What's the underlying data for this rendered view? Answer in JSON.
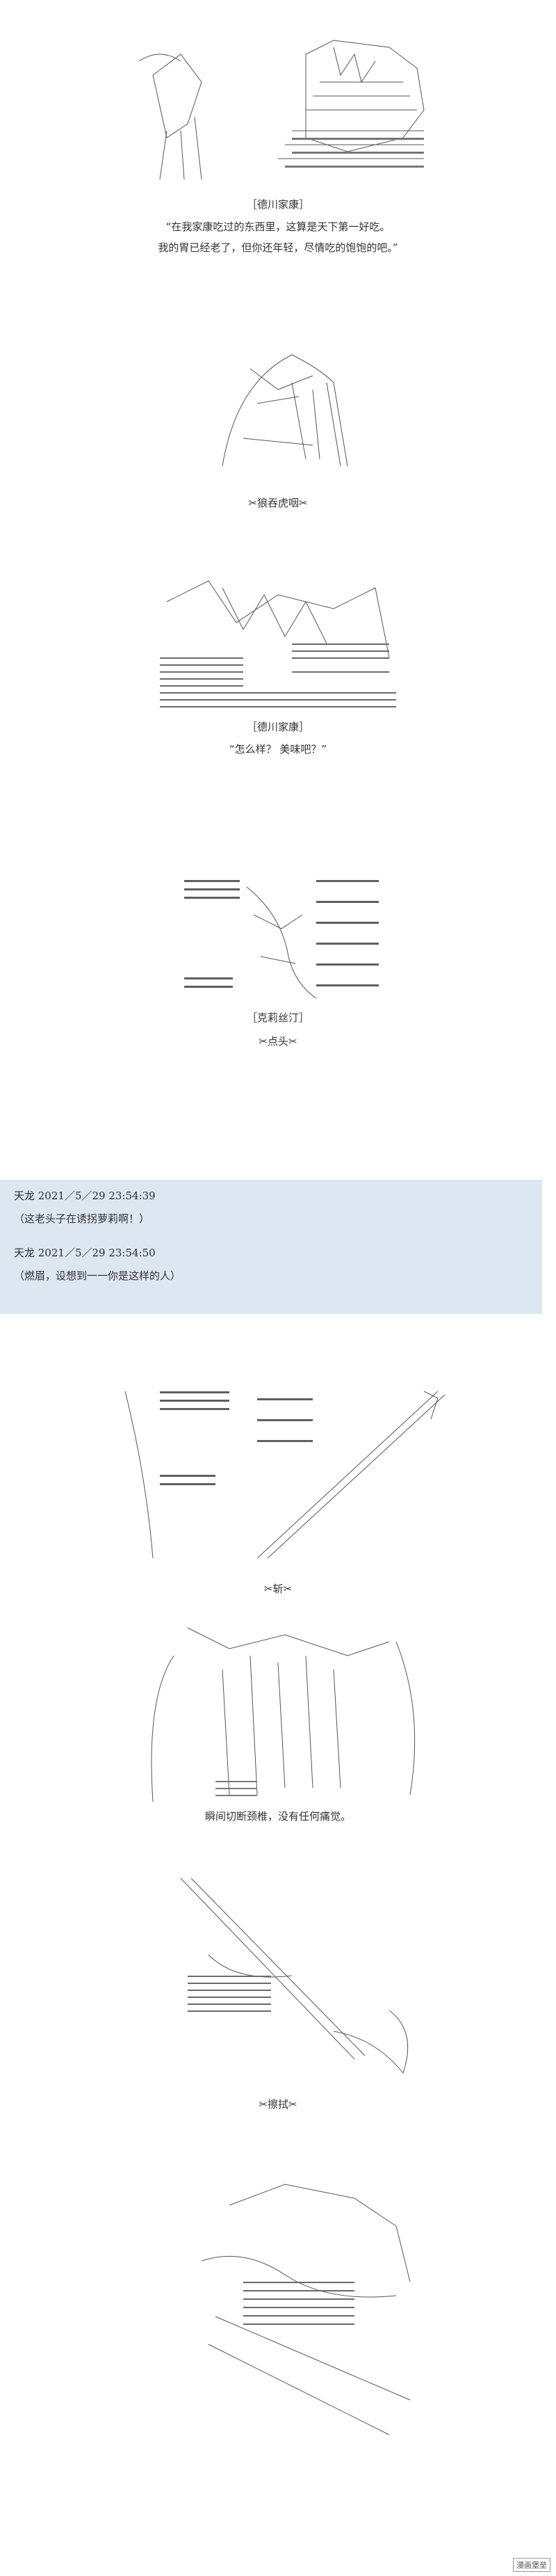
{
  "panels": {
    "p1": {
      "speaker": "［德川家康］",
      "lines": [
        "“在我家康吃过的东西里，这算是天下第一好吃。",
        "我的胃已经老了，但你还年轻，尽情吃的饱饱的吧。”"
      ]
    },
    "p2": {
      "caption": "✂狼吞虎咽✂"
    },
    "p3": {
      "speaker": "［德川家康］",
      "line": "“怎么样？ 美味吧？”"
    },
    "p4": {
      "speaker": "［克莉丝汀］",
      "caption": "✂点头✂"
    },
    "p5": {
      "caption": "✂斩✂"
    },
    "p6": {
      "line": "瞬间切断颈椎，没有任何痛觉。"
    },
    "p7": {
      "caption": "✂擦拭✂"
    }
  },
  "comments": [
    {
      "meta": "天龙 2021／5／29 23:54:39",
      "text": "（这老头子在诱拐萝莉啊！）"
    },
    {
      "meta": "天龙 2021／5／29 23:54:50",
      "text": "（燃眉，设想到一一你是这样的人）"
    }
  ],
  "watermark": "漫画堡垒"
}
